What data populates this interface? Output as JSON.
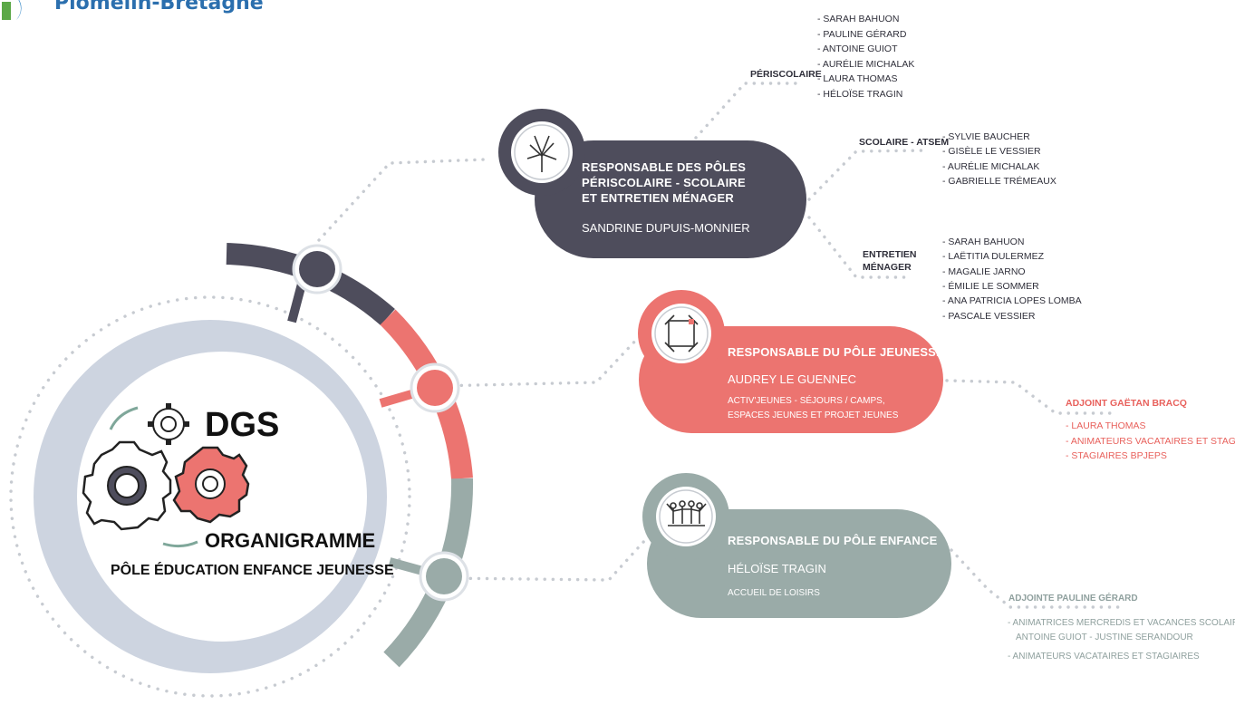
{
  "logo": {
    "text": "Plomelin-Bretagne"
  },
  "center": {
    "dgs": "DGS",
    "title": "ORGANIGRAMME",
    "subtitle": "PÔLE ÉDUCATION ENFANCE JEUNESSE"
  },
  "colors": {
    "dark": "#4e4d5c",
    "red": "#ec7470",
    "grey": "#9aaba8",
    "ring": "#cdd4e0"
  },
  "cards": [
    {
      "title_lines": [
        "RESPONSABLE DES PÔLES",
        "PÉRISCOLAIRE - SCOLAIRE",
        "ET ENTRETIEN MÉNAGER"
      ],
      "name": "SANDRINE DUPUIS-MONNIER",
      "icon": "hands-together-icon"
    },
    {
      "title_lines": [
        "RESPONSABLE DU PÔLE JEUNESSE"
      ],
      "name": "AUDREY LE GUENNEC",
      "desc_lines": [
        "ACTIV'JEUNES - SÉJOURS / CAMPS,",
        "ESPACES JEUNES ET PROJET JEUNES"
      ],
      "icon": "hands-square-icon"
    },
    {
      "title_lines": [
        "RESPONSABLE DU PÔLE ENFANCE"
      ],
      "name": "HÉLOÏSE TRAGIN",
      "desc_lines": [
        "ACCUEIL DE LOISIRS"
      ],
      "icon": "children-group-icon"
    }
  ],
  "groups": {
    "periscolaire": {
      "label": "PÉRISCOLAIRE",
      "members": [
        "- SARAH BAHUON",
        "- PAULINE GÉRARD",
        "- ANTOINE GUIOT",
        "- AURÉLIE MICHALAK",
        "- LAURA THOMAS",
        "- HÉLOÏSE TRAGIN"
      ]
    },
    "scolaire": {
      "label": "SCOLAIRE - ATSEM",
      "members": [
        "- SYLVIE BAUCHER",
        "- GISÈLE LE VESSIER",
        "- AURÉLIE MICHALAK",
        "- GABRIELLE TRÉMEAUX"
      ]
    },
    "entretien": {
      "label_lines": [
        "ENTRETIEN",
        "MÉNAGER"
      ],
      "members": [
        "- SARAH BAHUON",
        "- LAËTITIA DULERMEZ",
        "- MAGALIE JARNO",
        "- ÉMILIE LE SOMMER",
        "- ANA PATRICIA LOPES LOMBA",
        "- PASCALE VESSIER"
      ]
    },
    "jeunesse": {
      "label": "ADJOINT GAËTAN BRACQ",
      "members": [
        "- LAURA THOMAS",
        "- ANIMATEURS VACATAIRES ET STAGIAIRES",
        "- STAGIAIRES BPJEPS"
      ]
    },
    "enfance": {
      "label": "ADJOINTE PAULINE GÉRARD",
      "members": [
        "- ANIMATRICES MERCREDIS ET VACANCES SCOLAIRES",
        "ANTOINE GUIOT - JUSTINE SERANDOUR",
        "- ANIMATEURS VACATAIRES ET STAGIAIRES"
      ]
    }
  }
}
